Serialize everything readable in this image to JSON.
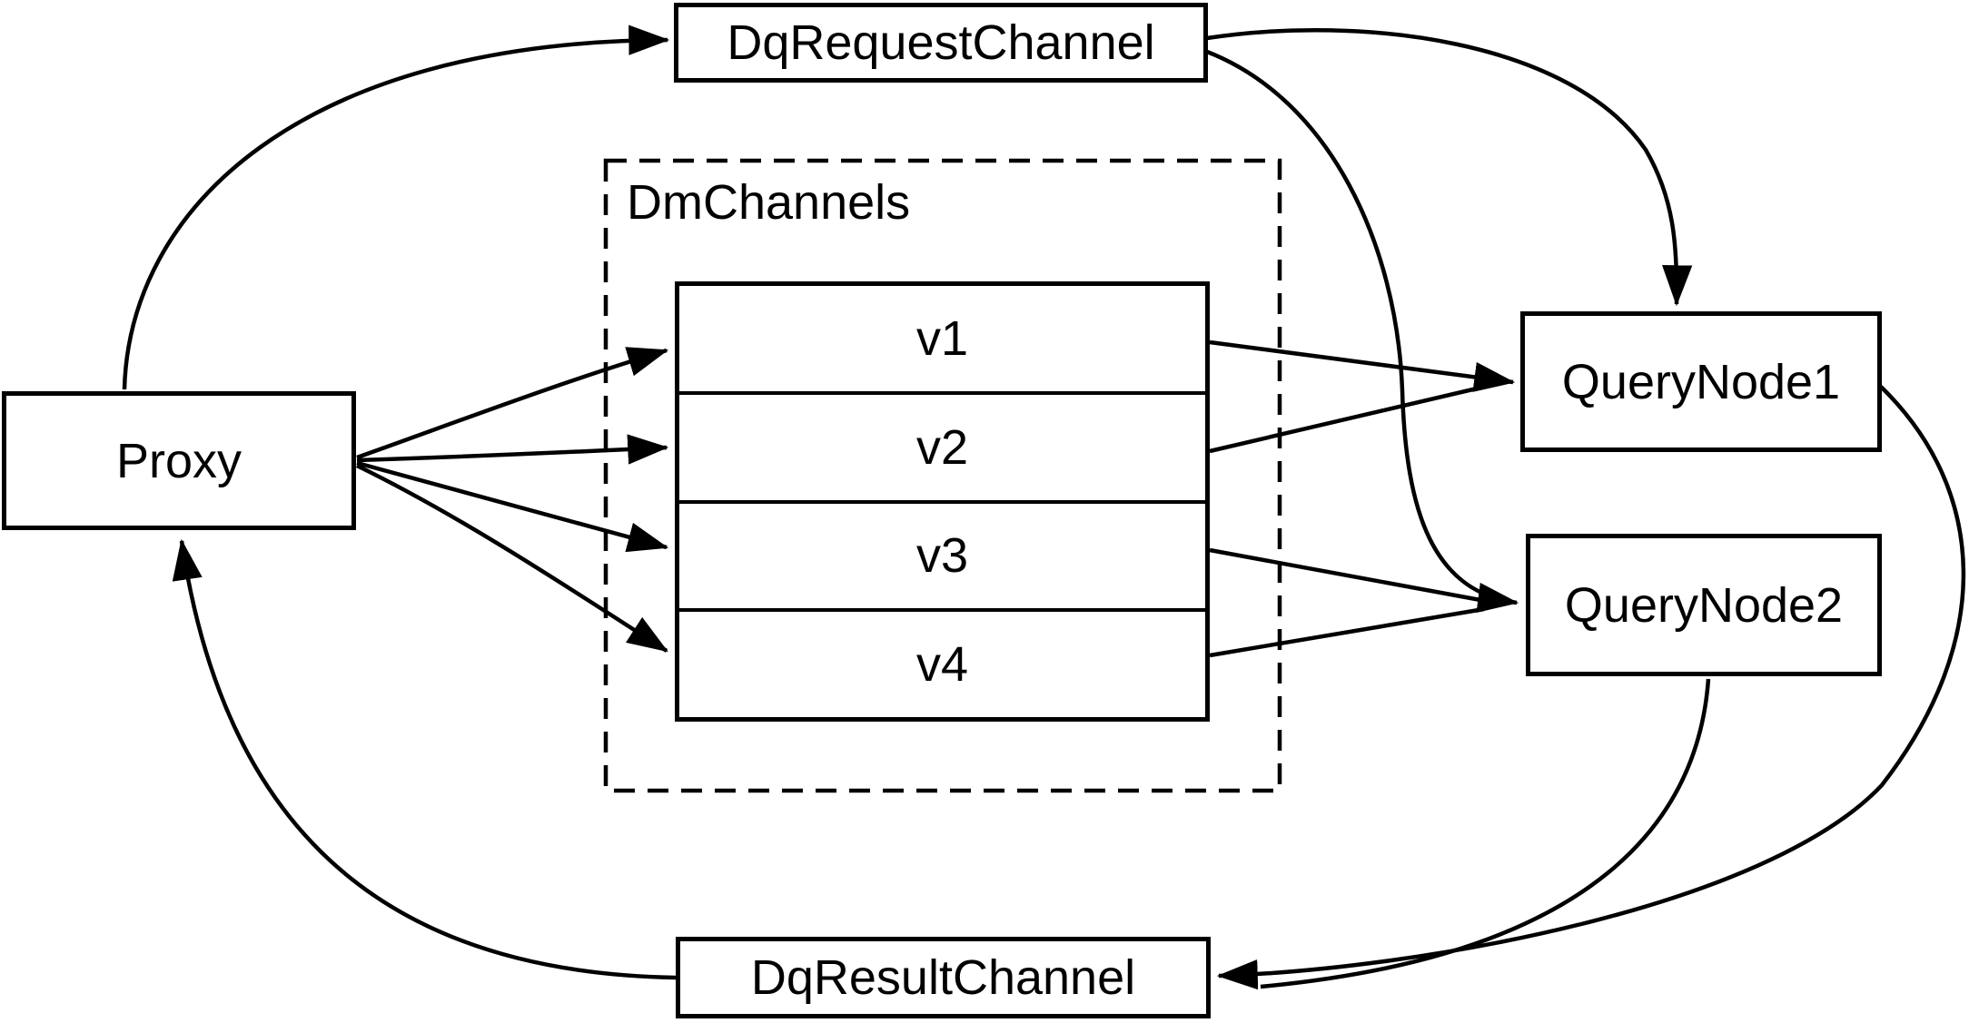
{
  "diagram": {
    "title": "query channel flow diagram",
    "colors": {
      "stroke": "#000000",
      "background": "#ffffff",
      "text": "#000000"
    },
    "nodes": {
      "proxy": {
        "label": "Proxy"
      },
      "dq_request_channel": {
        "label": "DqRequestChannel"
      },
      "dq_result_channel": {
        "label": "DqResultChannel"
      },
      "dm_channels_group": {
        "label": "DmChannels"
      },
      "channels": [
        {
          "label": "v1"
        },
        {
          "label": "v2"
        },
        {
          "label": "v3"
        },
        {
          "label": "v4"
        }
      ],
      "query_node1": {
        "label": "QueryNode1"
      },
      "query_node2": {
        "label": "QueryNode2"
      }
    }
  }
}
